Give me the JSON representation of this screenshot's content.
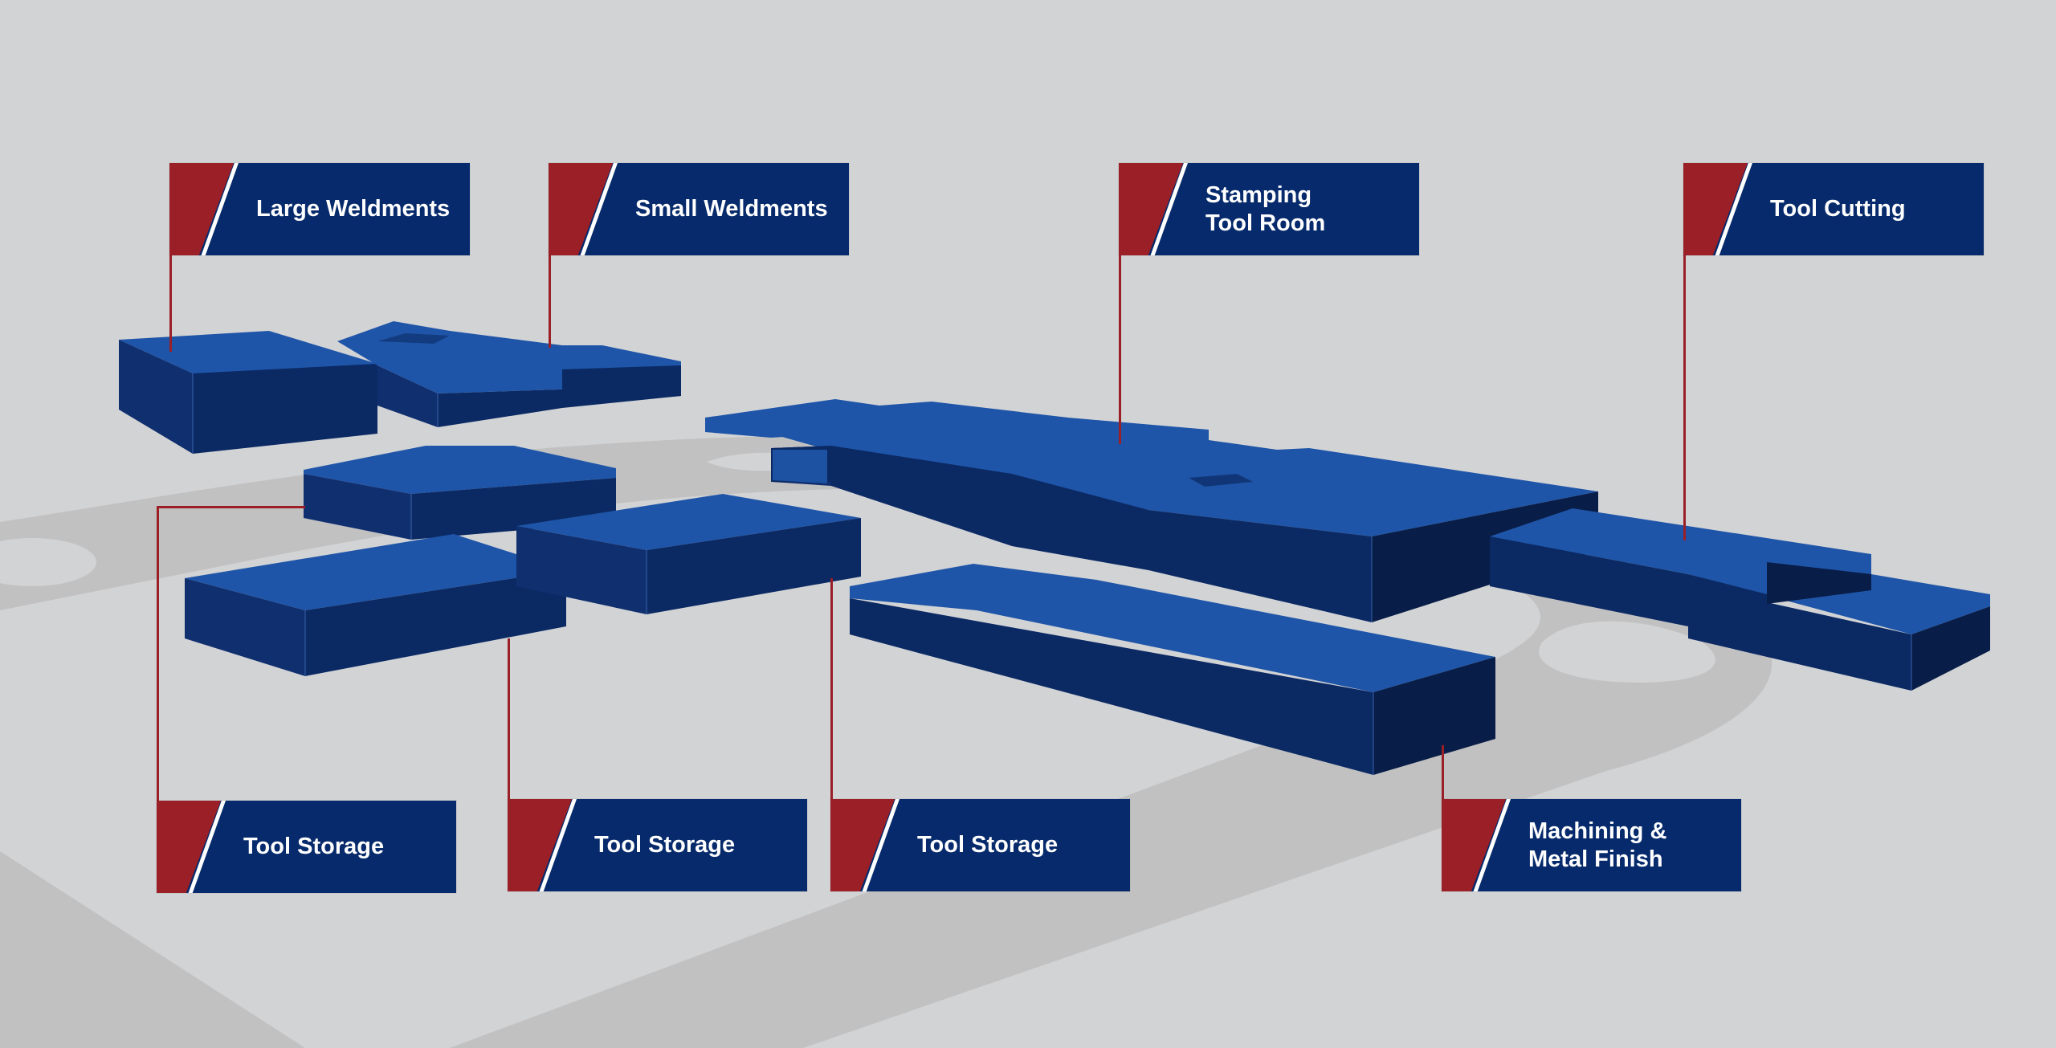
{
  "labels": {
    "large_weldments": "Large Weldments",
    "small_weldments": "Small Weldments",
    "stamping_tool_room": "Stamping\nTool Room",
    "tool_cutting": "Tool Cutting",
    "tool_storage_1": "Tool Storage",
    "tool_storage_2": "Tool Storage",
    "tool_storage_3": "Tool Storage",
    "machining_metal_finish": "Machining &\nMetal Finish"
  },
  "colors": {
    "background": "#d2d3d5",
    "roads": "#c0bdbd",
    "building_top": "#1f55a8",
    "building_front": "#0b2a64",
    "building_side": "#081d47",
    "label_background": "#062a6b",
    "accent_red": "#9a1f27"
  }
}
